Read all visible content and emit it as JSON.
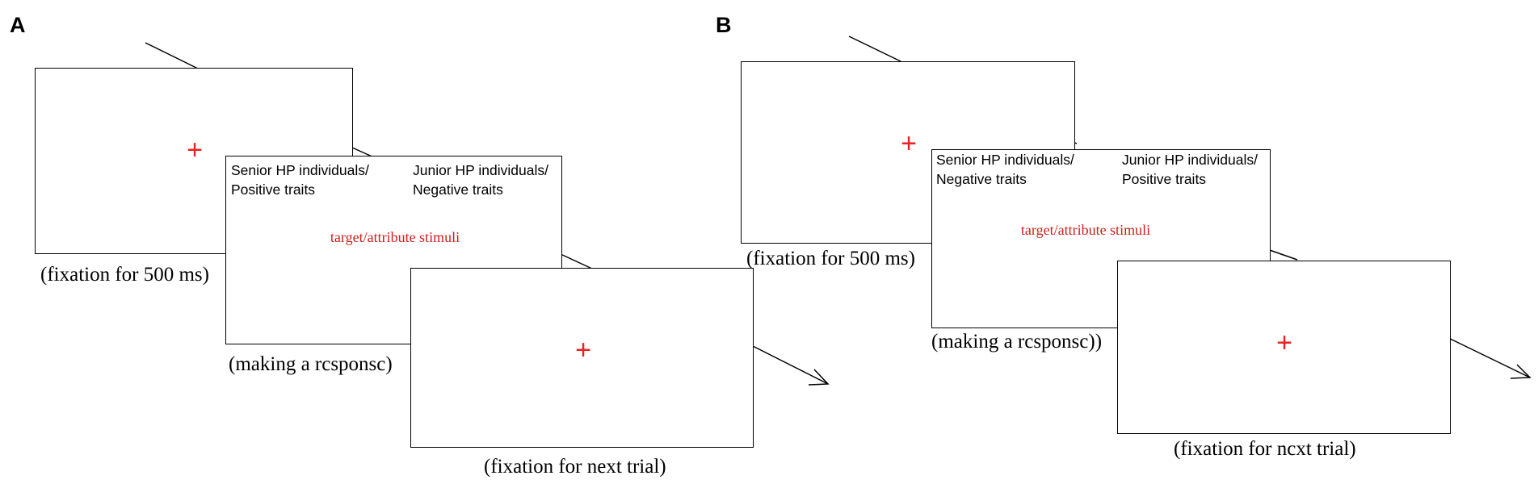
{
  "colors": {
    "cross": "#e8231f",
    "stimulus_text": "#cc1f1a",
    "stroke": "#000000"
  },
  "panels": [
    {
      "letter": "A",
      "fixation_screen": {
        "cross": "+",
        "caption": "(fixation for 500 ms)"
      },
      "response_screen": {
        "left_label_line1": "Senior HP individuals/",
        "left_label_line2": "Positive traits",
        "right_label_line1": "Junior HP individuals/",
        "right_label_line2": "Negative traits",
        "stimulus": "target/attribute stimuli",
        "caption": "(making a rcsponsc)"
      },
      "next_screen": {
        "cross": "+",
        "caption": "(fixation for next trial)"
      }
    },
    {
      "letter": "B",
      "fixation_screen": {
        "cross": "+",
        "caption": "(fixation for 500 ms)"
      },
      "response_screen": {
        "left_label_line1": "Senior HP individuals/",
        "left_label_line2": "Negative traits",
        "right_label_line1": "Junior HP individuals/",
        "right_label_line2": "Positive traits",
        "stimulus": "target/attribute stimuli",
        "caption": "(making a rcsponsc))"
      },
      "next_screen": {
        "cross": "+",
        "caption": "(fixation for ncxt trial)"
      }
    }
  ]
}
